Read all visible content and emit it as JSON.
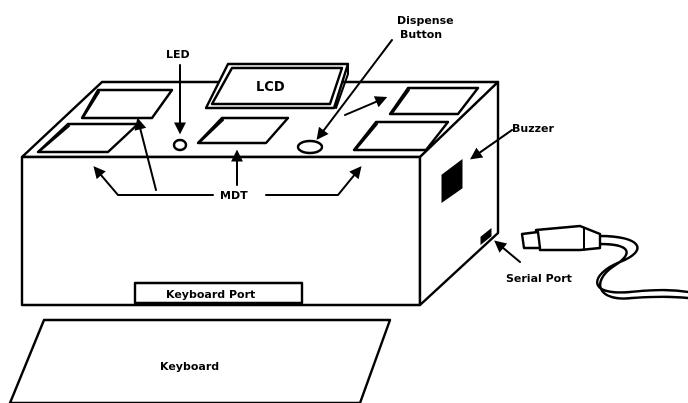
{
  "labels": {
    "dispense_line1": "Dispense",
    "dispense_line2": "Button",
    "led": "LED",
    "lcd": "LCD",
    "buzzer": "Buzzer",
    "mdt": "MDT",
    "serial_port": "Serial Port",
    "keyboard_port": "Keyboard Port",
    "keyboard": "Keyboard"
  },
  "colors": {
    "stroke": "#000000",
    "background": "#ffffff"
  }
}
